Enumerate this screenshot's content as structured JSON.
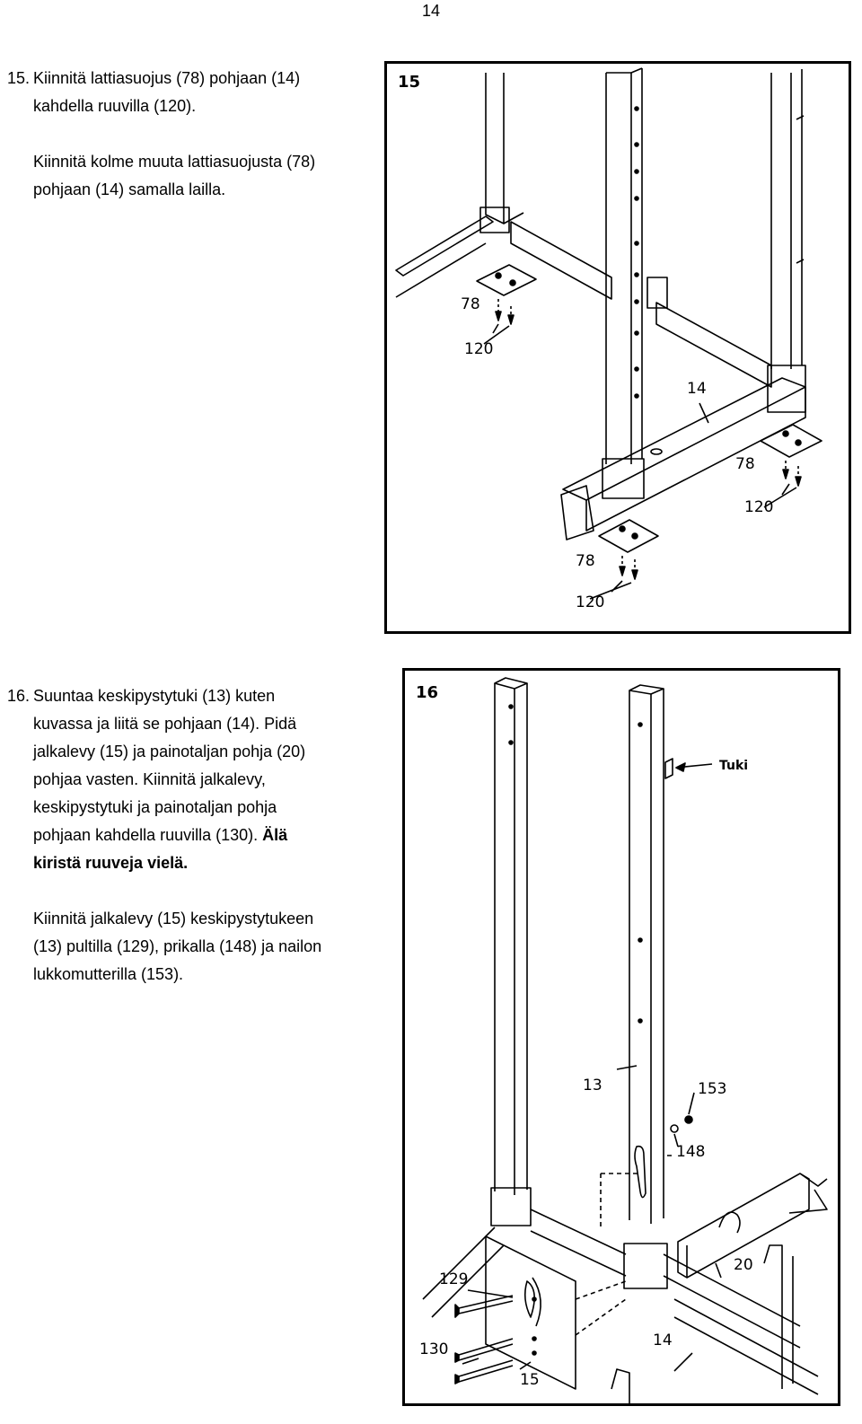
{
  "page_number": "14",
  "step15": {
    "number": "15.",
    "line1": "Kiinnitä lattiasuojus (78) pohjaan (14)",
    "line2": "kahdella ruuvilla (120).",
    "line3": "Kiinnitä kolme muuta lattiasuojusta (78)",
    "line4": "pohjaan (14) samalla lailla."
  },
  "step16": {
    "number": "16.",
    "line1": "Suuntaa keskipystytuki (13) kuten",
    "line2": "kuvassa ja liitä se pohjaan (14). Pidä",
    "line3": "jalkalevy (15) ja painotaljan pohja (20)",
    "line4": "pohjaa vasten. Kiinnitä jalkalevy,",
    "line5": "keskipystytuki ja painotaljan pohja",
    "line6": "pohjaan kahdella ruuvilla (130). ",
    "line6_bold": "Älä",
    "line7_bold": "kiristä ruuveja vielä.",
    "line8": "Kiinnitä jalkalevy (15) keskipystytukeen",
    "line9": "(13) pultilla (129), prikalla (148) ja nailon",
    "line10": "lukkomutterilla (153)."
  },
  "figure15": {
    "label": "15",
    "parts": {
      "p78a": "78",
      "p120a": "120",
      "p14": "14",
      "p78b": "78",
      "p120b": "120",
      "p78c": "78",
      "p120c": "120"
    }
  },
  "figure16": {
    "label": "16",
    "parts": {
      "tuki": "Tuki",
      "p13": "13",
      "p153": "153",
      "p148": "148",
      "p20": "20",
      "p129": "129",
      "p14": "14",
      "p130": "130",
      "p15": "15"
    }
  }
}
